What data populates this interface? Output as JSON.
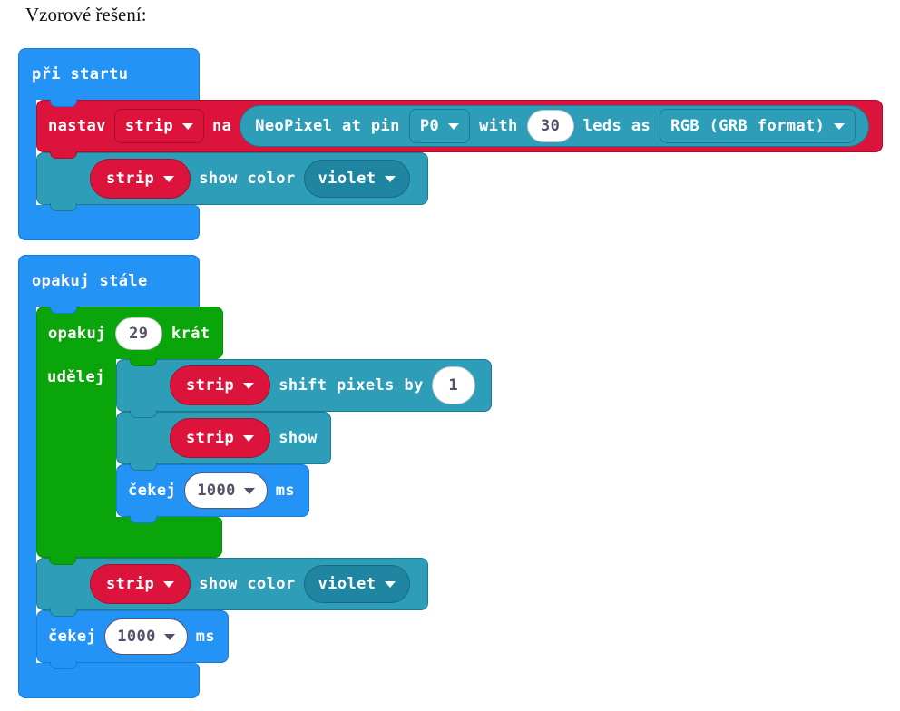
{
  "page": {
    "title": "Vzorové řešení:"
  },
  "colors": {
    "blue": "#2493f6",
    "blueB": "#1b7ad1",
    "red": "#dc143c",
    "redB": "#a50f2f",
    "teal": "#2e9eb8",
    "tealB": "#1e7a92",
    "tealD": "#1f85a0",
    "tealDB": "#176a82",
    "green": "#0aa50a",
    "greenB": "#078a07",
    "numText": "#554f6b",
    "numBorder": "#5a5573",
    "pageBg": "#ffffff",
    "titleColor": "#111111"
  },
  "blocks": {
    "on_start": {
      "label": "při startu"
    },
    "set_strip": {
      "verb": "nastav",
      "var": "strip",
      "conn": "na",
      "neopixel": {
        "label": "NeoPixel at pin",
        "pin": "P0",
        "with_label": "with",
        "count": "30",
        "leds_label": "leds as",
        "format": "RGB (GRB format)"
      }
    },
    "show_color1": {
      "var": "strip",
      "label": "show color",
      "color": "violet"
    },
    "forever": {
      "label": "opakuj stále"
    },
    "repeat": {
      "label": "opakuj",
      "count": "29",
      "suffix": "krát",
      "do_label": "udělej"
    },
    "shift": {
      "var": "strip",
      "label": "shift pixels by",
      "value": "1"
    },
    "show": {
      "var": "strip",
      "label": "show"
    },
    "wait_inner": {
      "label": "čekej",
      "value": "1000",
      "unit": "ms"
    },
    "show_color2": {
      "var": "strip",
      "label": "show color",
      "color": "violet"
    },
    "wait_outer": {
      "label": "čekej",
      "value": "1000",
      "unit": "ms"
    }
  }
}
